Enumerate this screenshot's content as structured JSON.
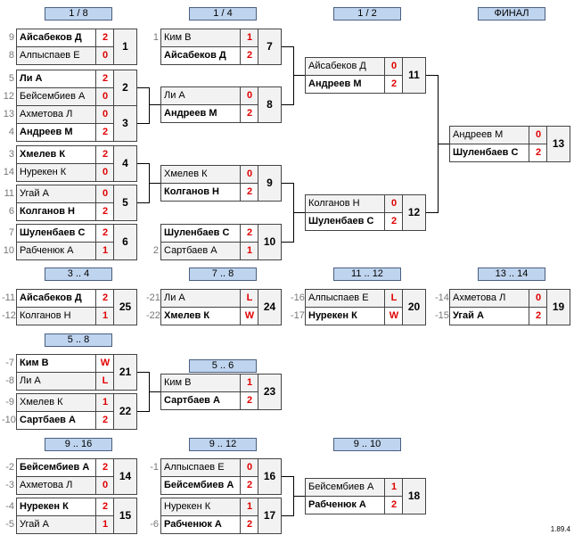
{
  "headers": {
    "r16": "1 / 8",
    "qf": "1 / 4",
    "sf": "1 / 2",
    "final": "ФИНАЛ",
    "p3_4": "3 .. 4",
    "p7_8": "7 .. 8",
    "p11_12": "11 .. 12",
    "p13_14": "13 .. 14",
    "p5_8": "5 .. 8",
    "p5_6": "5 .. 6",
    "p9_16": "9 .. 16",
    "p9_12": "9 .. 12",
    "p9_10": "9 .. 10"
  },
  "version": "1.89.4",
  "matches": {
    "m1": {
      "num": "1",
      "p1": {
        "seed": "9",
        "name": "Айсабеков Д",
        "score": "2",
        "win": true
      },
      "p2": {
        "seed": "8",
        "name": "Алпыспаев Е",
        "score": "0",
        "win": false
      }
    },
    "m2": {
      "num": "2",
      "p1": {
        "seed": "5",
        "name": "Ли А",
        "score": "2",
        "win": true
      },
      "p2": {
        "seed": "12",
        "name": "Бейсембиев А",
        "score": "0",
        "win": false
      }
    },
    "m3": {
      "num": "3",
      "p1": {
        "seed": "13",
        "name": "Ахметова Л",
        "score": "0",
        "win": false
      },
      "p2": {
        "seed": "4",
        "name": "Андреев М",
        "score": "2",
        "win": true
      }
    },
    "m4": {
      "num": "4",
      "p1": {
        "seed": "3",
        "name": "Хмелев К",
        "score": "2",
        "win": true
      },
      "p2": {
        "seed": "14",
        "name": "Нурекен К",
        "score": "0",
        "win": false
      }
    },
    "m5": {
      "num": "5",
      "p1": {
        "seed": "11",
        "name": "Угай А",
        "score": "0",
        "win": false
      },
      "p2": {
        "seed": "6",
        "name": "Колганов Н",
        "score": "2",
        "win": true
      }
    },
    "m6": {
      "num": "6",
      "p1": {
        "seed": "7",
        "name": "Шуленбаев С",
        "score": "2",
        "win": true
      },
      "p2": {
        "seed": "10",
        "name": "Рабченюк А",
        "score": "1",
        "win": false
      }
    },
    "m7": {
      "num": "7",
      "p1": {
        "seed": "1",
        "name": "Ким В",
        "score": "1",
        "win": false
      },
      "p2": {
        "seed": "",
        "name": "Айсабеков Д",
        "score": "2",
        "win": true
      }
    },
    "m8": {
      "num": "8",
      "p1": {
        "seed": "",
        "name": "Ли А",
        "score": "0",
        "win": false
      },
      "p2": {
        "seed": "",
        "name": "Андреев М",
        "score": "2",
        "win": true
      }
    },
    "m9": {
      "num": "9",
      "p1": {
        "seed": "",
        "name": "Хмелев К",
        "score": "0",
        "win": false
      },
      "p2": {
        "seed": "",
        "name": "Колганов Н",
        "score": "2",
        "win": true
      }
    },
    "m10": {
      "num": "10",
      "p1": {
        "seed": "",
        "name": "Шуленбаев С",
        "score": "2",
        "win": true
      },
      "p2": {
        "seed": "2",
        "name": "Сартбаев А",
        "score": "1",
        "win": false
      }
    },
    "m11": {
      "num": "11",
      "p1": {
        "seed": "",
        "name": "Айсабеков Д",
        "score": "0",
        "win": false
      },
      "p2": {
        "seed": "",
        "name": "Андреев М",
        "score": "2",
        "win": true
      }
    },
    "m12": {
      "num": "12",
      "p1": {
        "seed": "",
        "name": "Колганов Н",
        "score": "0",
        "win": false
      },
      "p2": {
        "seed": "",
        "name": "Шуленбаев С",
        "score": "2",
        "win": true
      }
    },
    "m13": {
      "num": "13",
      "p1": {
        "seed": "",
        "name": "Андреев М",
        "score": "0",
        "win": false
      },
      "p2": {
        "seed": "",
        "name": "Шуленбаев С",
        "score": "2",
        "win": true
      }
    },
    "m25": {
      "num": "25",
      "p1": {
        "seed": "-11",
        "name": "Айсабеков Д",
        "score": "2",
        "win": true
      },
      "p2": {
        "seed": "-12",
        "name": "Колганов Н",
        "score": "1",
        "win": false
      }
    },
    "m24": {
      "num": "24",
      "p1": {
        "seed": "-21",
        "name": "Ли А",
        "score": "L",
        "win": false
      },
      "p2": {
        "seed": "-22",
        "name": "Хмелев К",
        "score": "W",
        "win": true
      }
    },
    "m20": {
      "num": "20",
      "p1": {
        "seed": "-16",
        "name": "Алпыспаев Е",
        "score": "L",
        "win": false
      },
      "p2": {
        "seed": "-17",
        "name": "Нурекен К",
        "score": "W",
        "win": true
      }
    },
    "m19": {
      "num": "19",
      "p1": {
        "seed": "-14",
        "name": "Ахметова Л",
        "score": "0",
        "win": false
      },
      "p2": {
        "seed": "-15",
        "name": "Угай А",
        "score": "2",
        "win": true
      }
    },
    "m21": {
      "num": "21",
      "p1": {
        "seed": "-7",
        "name": "Ким В",
        "score": "W",
        "win": true
      },
      "p2": {
        "seed": "-8",
        "name": "Ли А",
        "score": "L",
        "win": false
      }
    },
    "m22": {
      "num": "22",
      "p1": {
        "seed": "-9",
        "name": "Хмелев К",
        "score": "1",
        "win": false
      },
      "p2": {
        "seed": "-10",
        "name": "Сартбаев А",
        "score": "2",
        "win": true
      }
    },
    "m23": {
      "num": "23",
      "p1": {
        "seed": "",
        "name": "Ким В",
        "score": "1",
        "win": false
      },
      "p2": {
        "seed": "",
        "name": "Сартбаев А",
        "score": "2",
        "win": true
      }
    },
    "m14": {
      "num": "14",
      "p1": {
        "seed": "-2",
        "name": "Бейсембиев А",
        "score": "2",
        "win": true
      },
      "p2": {
        "seed": "-3",
        "name": "Ахметова Л",
        "score": "0",
        "win": false
      }
    },
    "m15": {
      "num": "15",
      "p1": {
        "seed": "-4",
        "name": "Нурекен К",
        "score": "2",
        "win": true
      },
      "p2": {
        "seed": "-5",
        "name": "Угай А",
        "score": "1",
        "win": false
      }
    },
    "m16": {
      "num": "16",
      "p1": {
        "seed": "-1",
        "name": "Алпыспаев Е",
        "score": "0",
        "win": false
      },
      "p2": {
        "seed": "",
        "name": "Бейсембиев А",
        "score": "2",
        "win": true
      }
    },
    "m17": {
      "num": "17",
      "p1": {
        "seed": "",
        "name": "Нурекен К",
        "score": "1",
        "win": false
      },
      "p2": {
        "seed": "-6",
        "name": "Рабченюк А",
        "score": "2",
        "win": true
      }
    },
    "m18": {
      "num": "18",
      "p1": {
        "seed": "",
        "name": "Бейсембиев А",
        "score": "1",
        "win": false
      },
      "p2": {
        "seed": "",
        "name": "Рабченюк А",
        "score": "2",
        "win": true
      }
    }
  }
}
